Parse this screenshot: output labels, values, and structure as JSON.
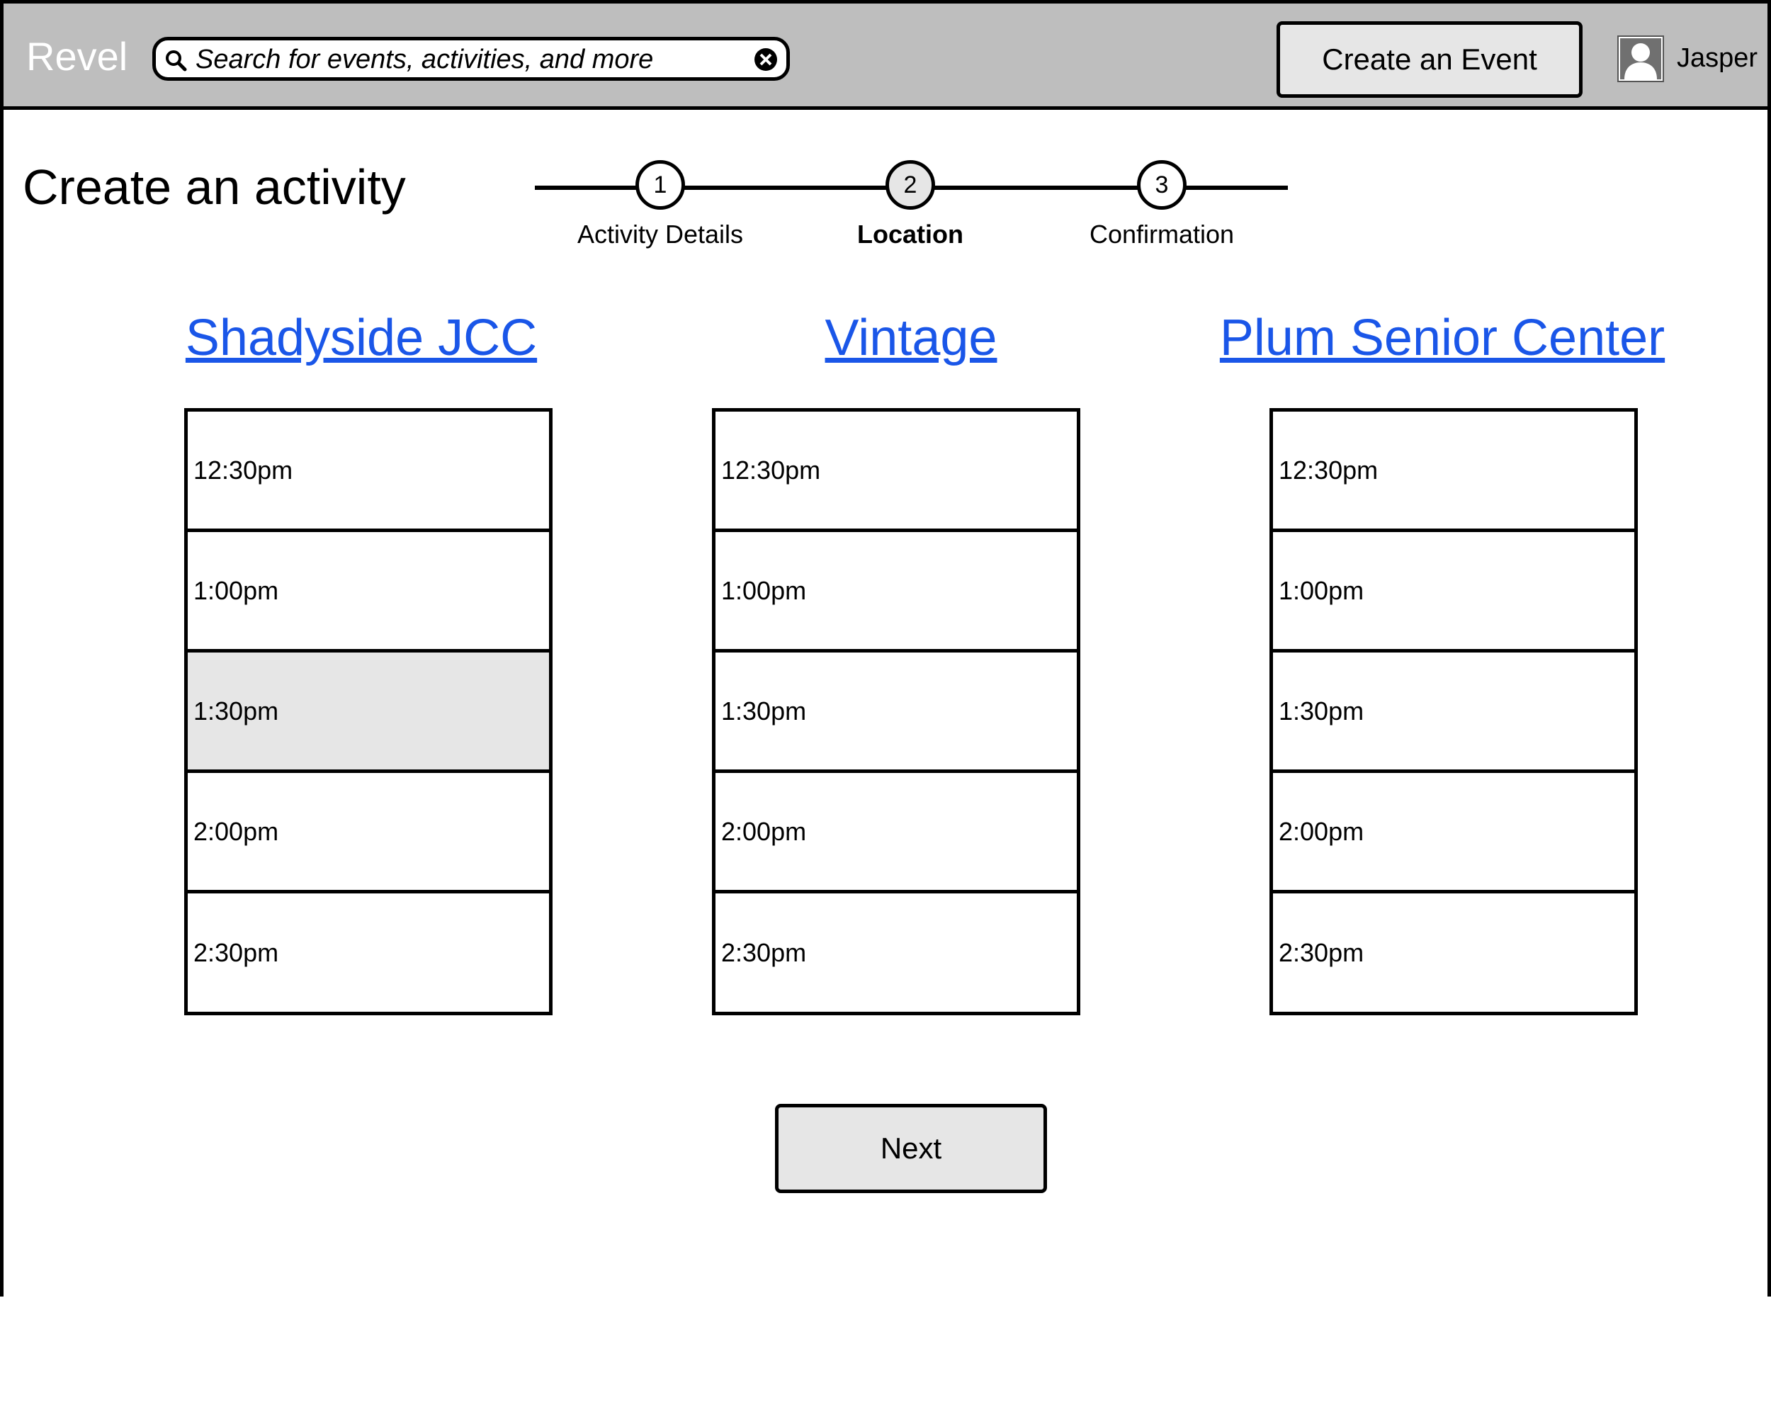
{
  "header": {
    "logo": "Revel",
    "search_placeholder": "Search for events, activities, and more",
    "create_event_label": "Create an Event",
    "username": "Jasper"
  },
  "page": {
    "title": "Create an activity"
  },
  "steps": [
    {
      "number": "1",
      "label": "Activity Details",
      "active": false
    },
    {
      "number": "2",
      "label": "Location",
      "active": true
    },
    {
      "number": "3",
      "label": "Confirmation",
      "active": false
    }
  ],
  "venues": [
    {
      "name": "Shadyside JCC",
      "slots": [
        "12:30pm",
        "1:00pm",
        "1:30pm",
        "2:00pm",
        "2:30pm"
      ],
      "selected": "1:30pm"
    },
    {
      "name": "Vintage",
      "slots": [
        "12:30pm",
        "1:00pm",
        "1:30pm",
        "2:00pm",
        "2:30pm"
      ],
      "selected": null
    },
    {
      "name": "Plum Senior Center",
      "slots": [
        "12:30pm",
        "1:00pm",
        "1:30pm",
        "2:00pm",
        "2:30pm"
      ],
      "selected": null
    }
  ],
  "next_label": "Next",
  "colors": {
    "header_bg": "#bebebe",
    "link": "#1a56e8",
    "button_bg": "#e6e6e6",
    "selected_slot": "#e6e6e6"
  }
}
